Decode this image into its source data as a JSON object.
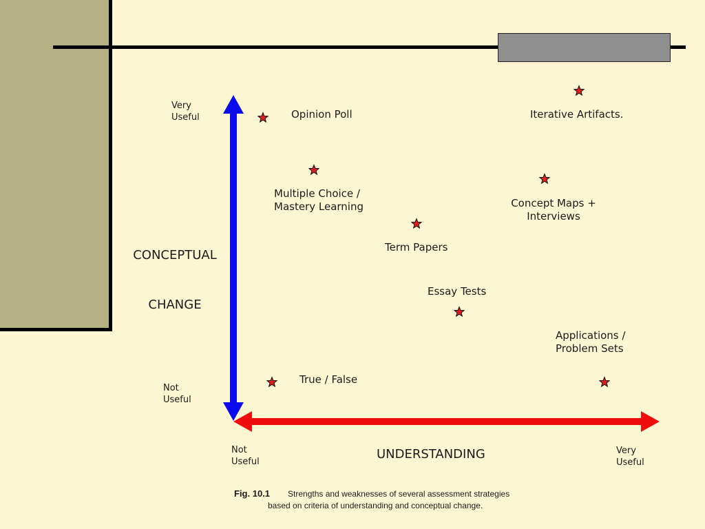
{
  "diagram": {
    "y_axis": {
      "title_line1": "CONCEPTUAL",
      "title_line2": "CHANGE",
      "top_label": "Very\nUseful",
      "bottom_label": "Not\nUseful"
    },
    "x_axis": {
      "title": "UNDERSTANDING",
      "left_label": "Not\nUseful",
      "right_label": "Very\nUseful"
    },
    "items": [
      {
        "label": "Opinion Poll"
      },
      {
        "label": "Iterative Artifacts."
      },
      {
        "label": "Multiple Choice /\nMastery Learning"
      },
      {
        "label": "Concept Maps +\nInterviews"
      },
      {
        "label": "Term Papers"
      },
      {
        "label": "Essay Tests"
      },
      {
        "label": "Applications /\nProblem Sets"
      },
      {
        "label": "True / False"
      }
    ],
    "colors": {
      "y_arrow": "#0b0bf0",
      "x_arrow": "#ee0d0d",
      "star_fill": "#e11d1d",
      "star_stroke": "#111111",
      "background": "#fcf7d2",
      "side_panel": "#b5b185"
    }
  },
  "caption": {
    "figure_number": "Fig. 10.1",
    "line1": "Strengths and weaknesses of several assessment strategies",
    "line2": "based on criteria of understanding and conceptual change."
  }
}
